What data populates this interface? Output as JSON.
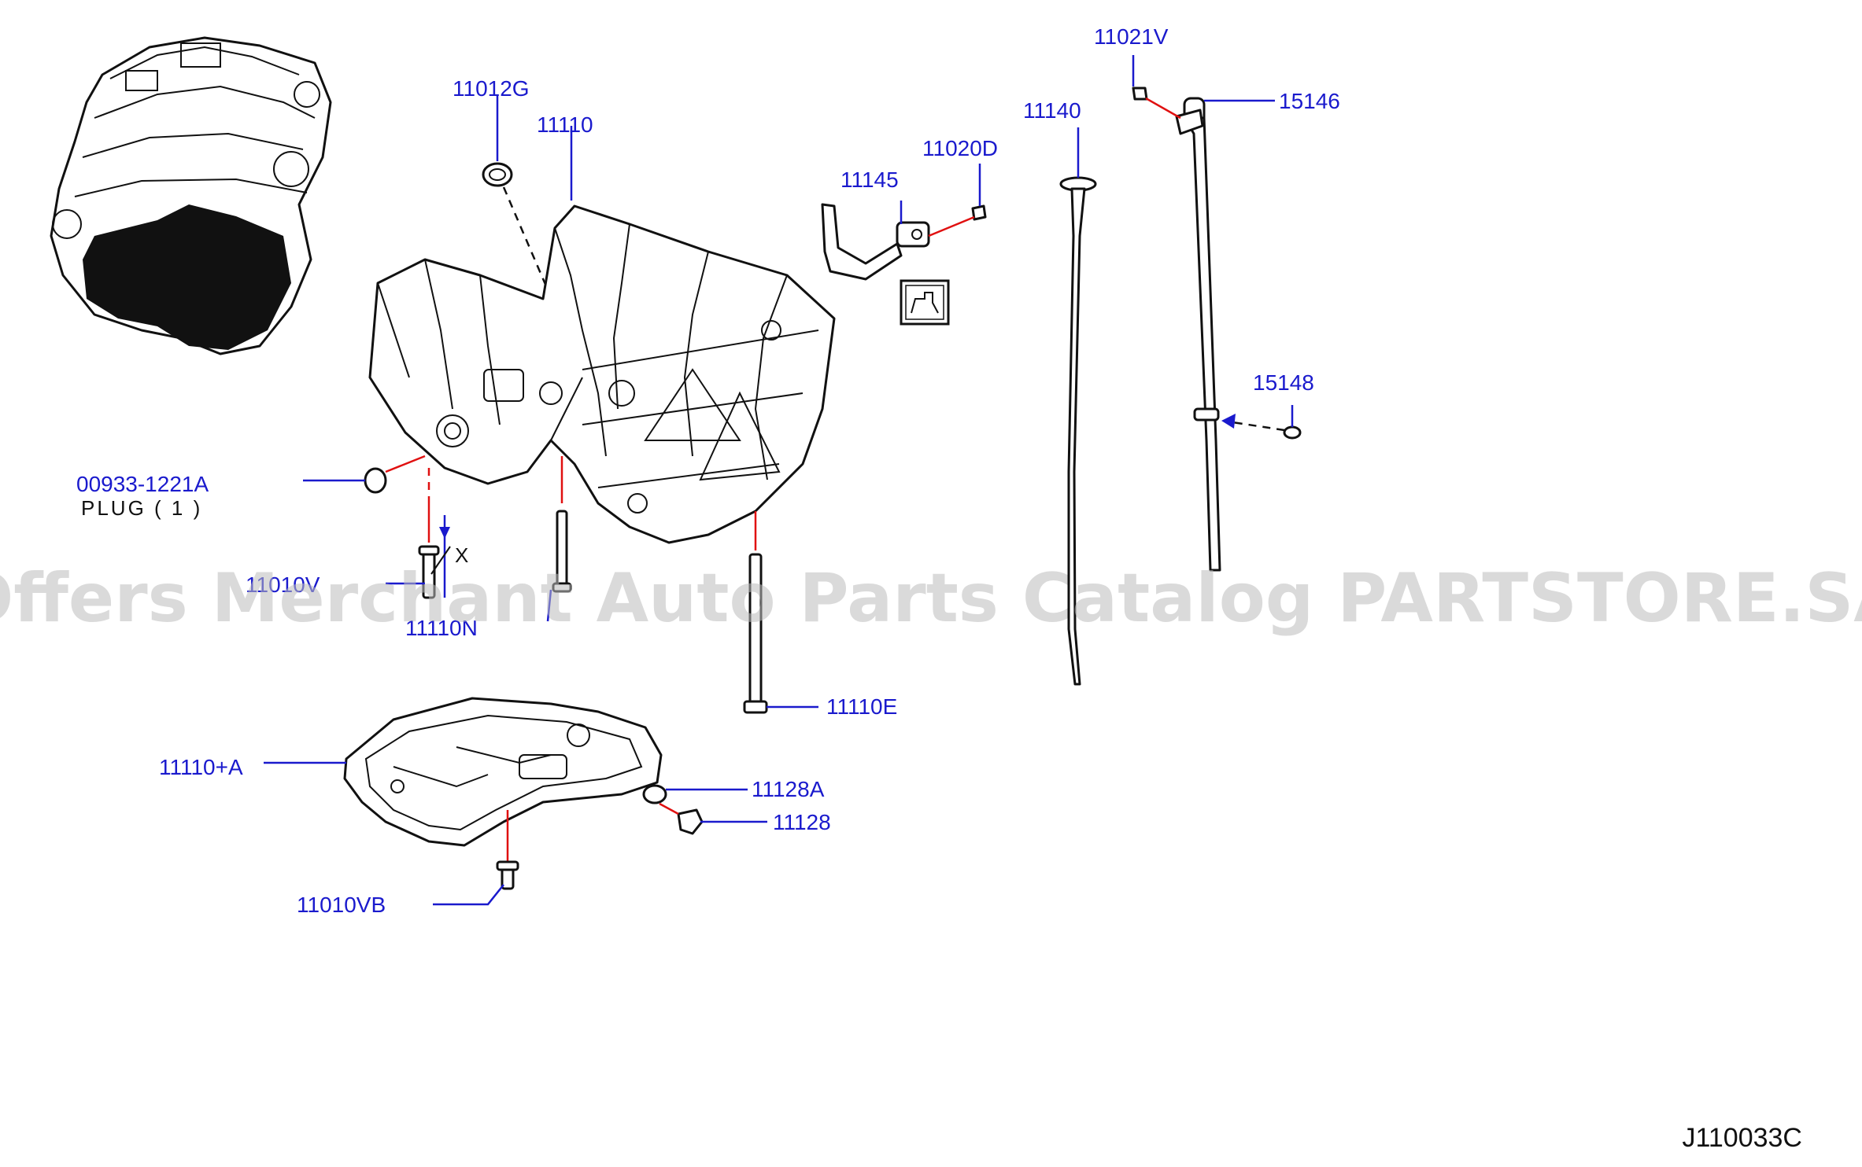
{
  "labels": {
    "p11012G": "11012G",
    "p11110": "11110",
    "p11145": "11145",
    "p11020D": "11020D",
    "p11140": "11140",
    "p11021V": "11021V",
    "p15146": "15146",
    "p15148": "15148",
    "p00933": "00933-1221A",
    "plug": "PLUG ( 1 )",
    "x": "X",
    "p11010V": "11010V",
    "p11110N": "11110N",
    "p11110E": "11110E",
    "p11110A": "11110+A",
    "p11128A": "11128A",
    "p11128": "11128",
    "p11010VB": "11010VB"
  },
  "watermark": "Offers Merchant Auto Parts Catalog PARTSTORE.SA",
  "diagram_code": "J110033C",
  "colors": {
    "label": "#1a1acd",
    "leader": "#1a1acd",
    "hint": "#e01010",
    "line": "#111111"
  }
}
